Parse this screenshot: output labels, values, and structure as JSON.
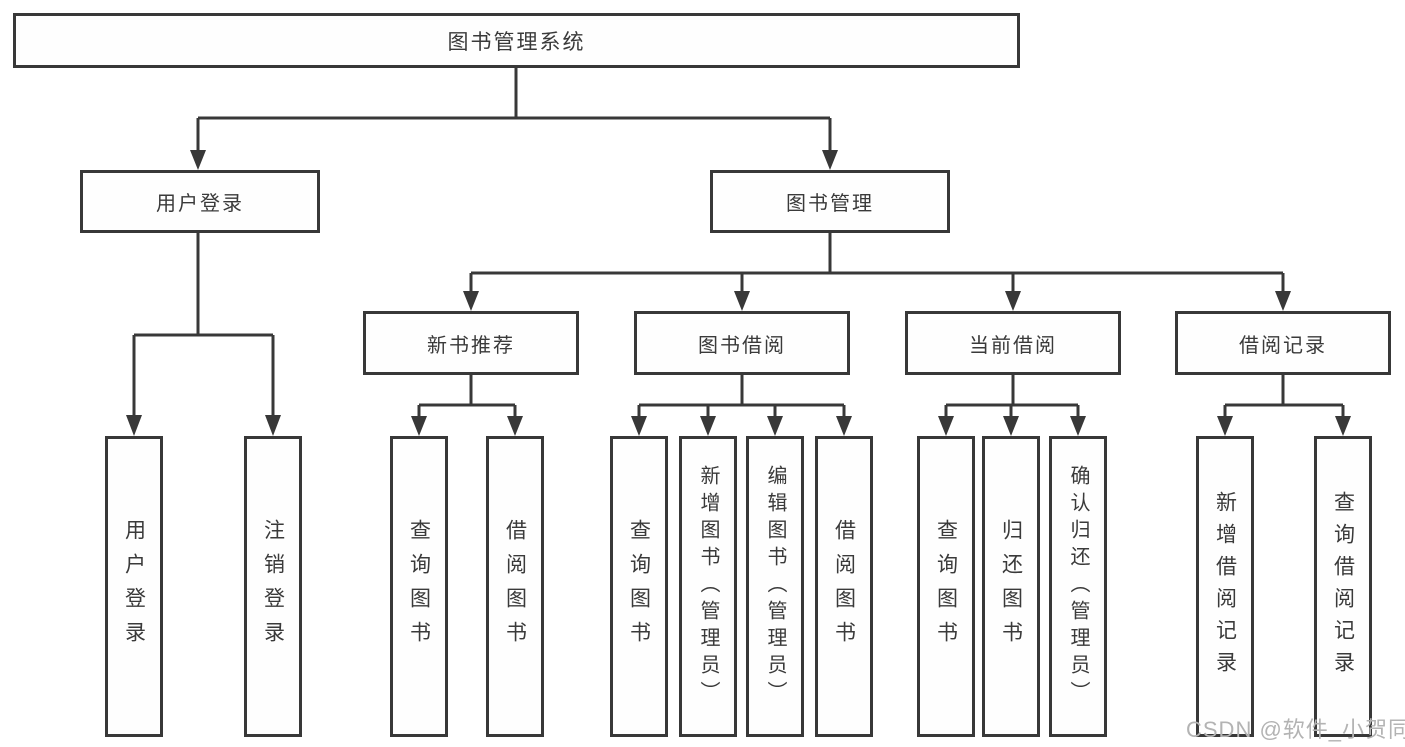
{
  "nodes": {
    "root": "图书管理系统",
    "l2_user_login": "用户登录",
    "l2_book_mgmt": "图书管理",
    "l3_new_book": "新书推荐",
    "l3_borrow": "图书借阅",
    "l3_current": "当前借阅",
    "l3_records": "借阅记录",
    "leaf_user_login": "用户登录",
    "leaf_logout": "注销登录",
    "leaf_nb_query": "查询图书",
    "leaf_nb_borrow": "借阅图书",
    "leaf_bw_query": "查询图书",
    "leaf_bw_add": "新增图书（管理员）",
    "leaf_bw_edit": "编辑图书（管理员）",
    "leaf_bw_borrow": "借阅图书",
    "leaf_cur_query": "查询图书",
    "leaf_cur_return": "归还图书",
    "leaf_cur_confirm": "确认归还（管理员）",
    "leaf_rec_add": "新增借阅记录",
    "leaf_rec_query": "查询借阅记录"
  },
  "watermark": "CSDN @软件_小贺同学",
  "colors": {
    "line": "#383838",
    "text": "#3a3a3a",
    "background": "#ffffff",
    "watermark": "#b3b3b3"
  }
}
